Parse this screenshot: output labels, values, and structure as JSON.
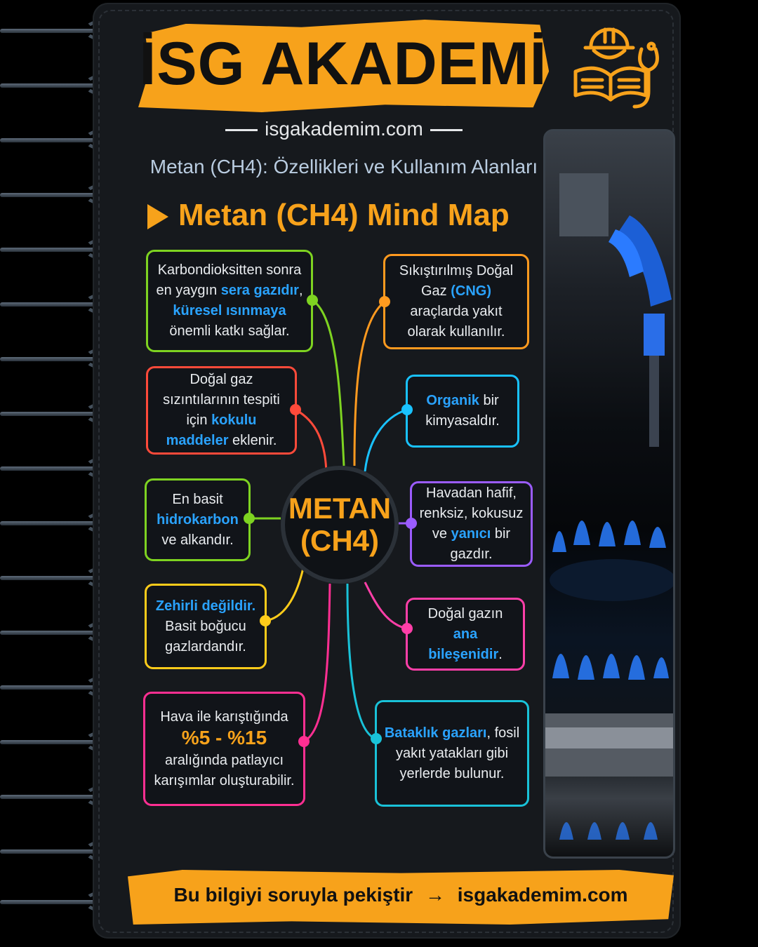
{
  "header": {
    "title": "İSG AKADEMİ",
    "site": "isgakademim.com",
    "subtitle": "Metan (CH4): Özellikleri ve Kullanım Alanları",
    "mindmap_title": "Metan (CH4) Mind Map"
  },
  "center": {
    "line1": "METAN",
    "line2": "(CH4)"
  },
  "nodes": {
    "n1": {
      "a": "Karbondioksitten sonra en yaygın ",
      "h1": "sera gazıdır",
      "b": ", ",
      "h2": "küresel ısınmaya",
      "c": " önemli katkı sağlar."
    },
    "n2": {
      "a": "Doğal gaz sızıntılarının tespiti için ",
      "h1": "kokulu maddeler",
      "b": " eklenir."
    },
    "n3": {
      "a": "En basit ",
      "h1": "hidrokarbon",
      "b": " ve alkandır."
    },
    "n4": {
      "h1": "Zehirli değildir.",
      "b": " Basit boğucu gazlardandır."
    },
    "n5": {
      "a": "Hava ile karıştığında ",
      "h1": "%5 - %15",
      "b": " aralığında patlayıcı karışımlar oluşturabilir."
    },
    "n6": {
      "a": "Sıkıştırılmış Doğal Gaz ",
      "h1": "(CNG)",
      "b": " araçlarda yakıt olarak kullanılır."
    },
    "n7": {
      "h1": "Organik",
      "b": " bir kimyasaldır."
    },
    "n8": {
      "a": "Havadan hafif, renksiz, kokusuz ve ",
      "h1": "yanıcı",
      "b": " bir gazdır."
    },
    "n9": {
      "a": "Doğal gazın ",
      "h1": "ana bileşenidir",
      "b": "."
    },
    "n10": {
      "h1": "Bataklık gazları",
      "b": ", fosil yakıt yatakları gibi yerlerde bulunur."
    }
  },
  "footer": {
    "text": "Bu bilgiyi soruyla pekiştir",
    "arrow": "→",
    "site": "isgakademim.com"
  },
  "colors": {
    "accent": "#f7a21b",
    "highlight": "#2aa3ff"
  }
}
